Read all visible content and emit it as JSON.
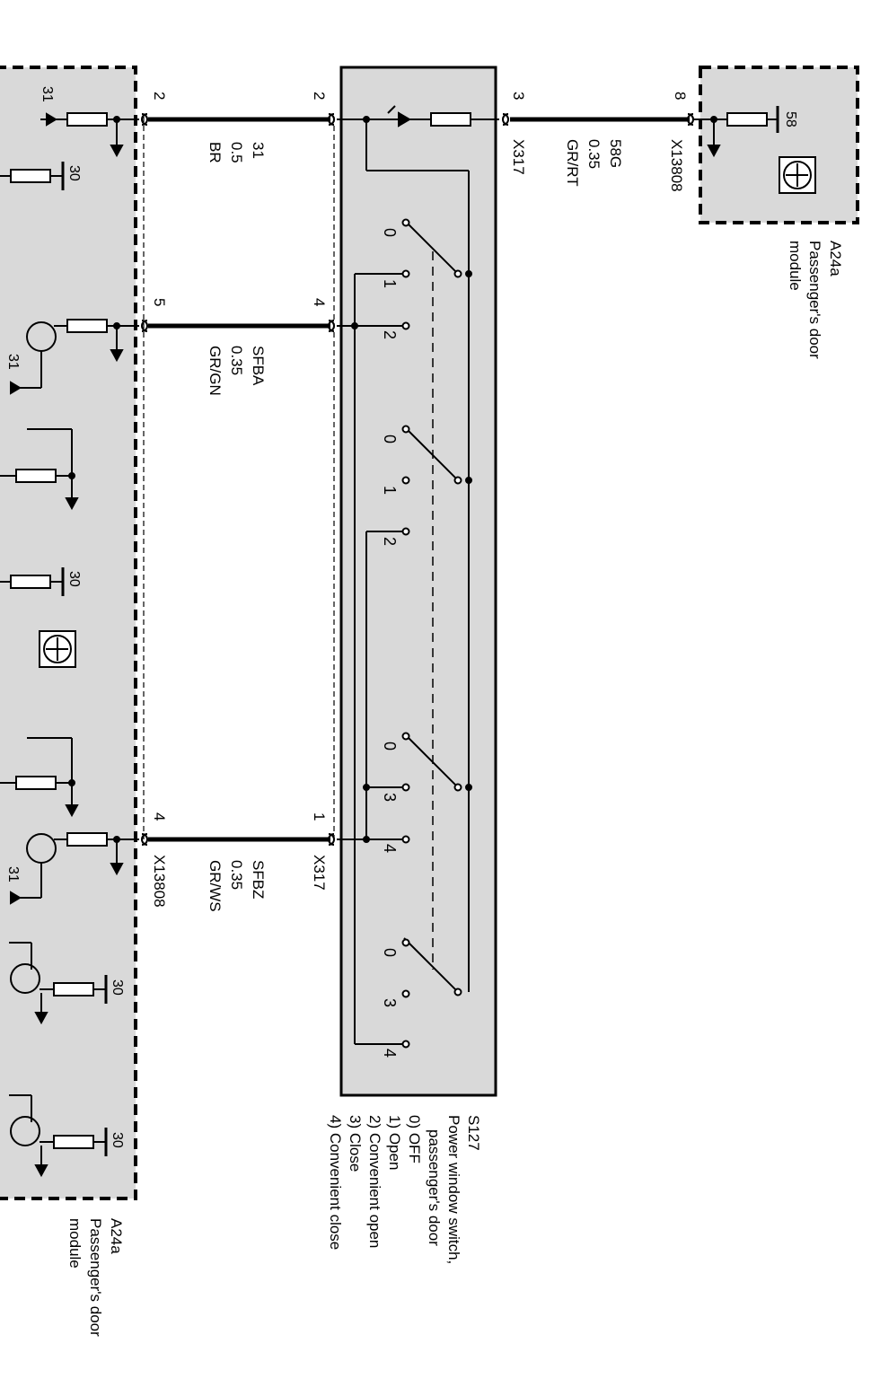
{
  "wires": [
    {
      "id": "top",
      "pin_left": "2",
      "pin_mid": "2",
      "signal": "31",
      "gauge": "0.5",
      "color": "BR"
    },
    {
      "id": "middle",
      "pin_left": "5",
      "pin_mid": "4",
      "signal": "SFBA",
      "gauge": "0.35",
      "color": "GR/GN"
    },
    {
      "id": "bottom",
      "pin_left": "4",
      "pin_mid": "1",
      "signal": "SFBZ",
      "gauge": "0.35",
      "color": "GR/WS"
    },
    {
      "id": "right",
      "pin_mid": "3",
      "pin_right": "8",
      "signal": "58G",
      "gauge": "0.35",
      "color": "GR/RT"
    }
  ],
  "connectors": {
    "switch_top": "X317",
    "switch_bottom": "X317",
    "module_top": "X13808",
    "module_bottom": "X13808"
  },
  "components": {
    "module_right": {
      "code": "A24a",
      "name_line1": "Passenger's door",
      "name_line2": "module",
      "terminal": "58"
    },
    "module_left": {
      "code": "A24a",
      "name_line1": "Passenger's door",
      "name_line2": "module"
    },
    "switch": {
      "code": "S127",
      "name_line1": "Power window switch,",
      "name_line2": "passenger's door",
      "legend": [
        "0) OFF",
        "1) Open",
        "2) Convenient open",
        "3) Close",
        "4) Convenient close"
      ]
    }
  },
  "left_module_terminals": {
    "t31": "31",
    "t30": "30"
  },
  "switch_positions": {
    "group1": [
      "0",
      "1",
      "2"
    ],
    "group2": [
      "0",
      "1",
      "2"
    ],
    "group3": [
      "0",
      "3",
      "4"
    ],
    "group4": [
      "0",
      "3",
      "4"
    ]
  },
  "colors": {
    "module_fill": "#d9d9d9",
    "switch_fill": "#d9d9d9",
    "ink": "#000000"
  }
}
